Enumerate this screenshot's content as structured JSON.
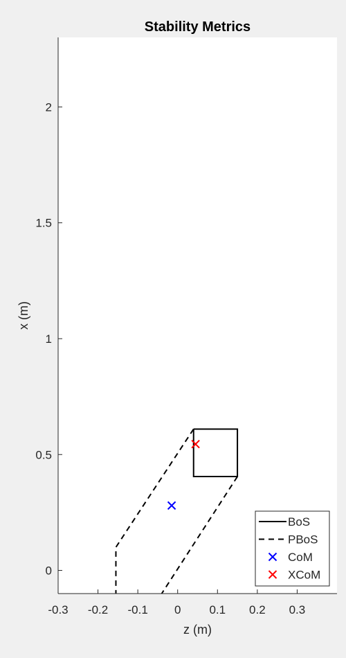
{
  "chart_data": {
    "type": "line",
    "title": "Stability Metrics",
    "xlabel": "z (m)",
    "ylabel": "x (m)",
    "xlim": [
      -0.3,
      0.4
    ],
    "ylim": [
      -0.1,
      2.3
    ],
    "xticks": [
      "-0.3",
      "-0.2",
      "-0.1",
      "0",
      "0.1",
      "0.2",
      "0.3"
    ],
    "xtick_values": [
      -0.3,
      -0.2,
      -0.1,
      0,
      0.1,
      0.2,
      0.3
    ],
    "yticks": [
      "0",
      "0.5",
      "1",
      "1.5",
      "2"
    ],
    "ytick_values": [
      0,
      0.5,
      1,
      1.5,
      2
    ],
    "grid": false,
    "legend_position": "bottom-right",
    "series": [
      {
        "name": "BoS",
        "style": "solid",
        "color": "#000000",
        "points": [
          [
            0.04,
            0.61
          ],
          [
            0.15,
            0.61
          ],
          [
            0.15,
            0.405
          ],
          [
            0.04,
            0.405
          ],
          [
            0.04,
            0.61
          ]
        ]
      },
      {
        "name": "PBoS",
        "style": "dashed",
        "color": "#000000",
        "segments": [
          [
            [
              0.04,
              0.61
            ],
            [
              -0.155,
              0.1
            ],
            [
              -0.155,
              -0.1
            ]
          ],
          [
            [
              0.15,
              0.405
            ],
            [
              -0.04,
              -0.1
            ]
          ]
        ]
      },
      {
        "name": "CoM",
        "marker": "x",
        "color": "#0000ff",
        "points": [
          [
            -0.015,
            0.28
          ]
        ]
      },
      {
        "name": "XCoM",
        "marker": "x",
        "color": "#ff0000",
        "points": [
          [
            0.045,
            0.545
          ]
        ]
      }
    ]
  }
}
